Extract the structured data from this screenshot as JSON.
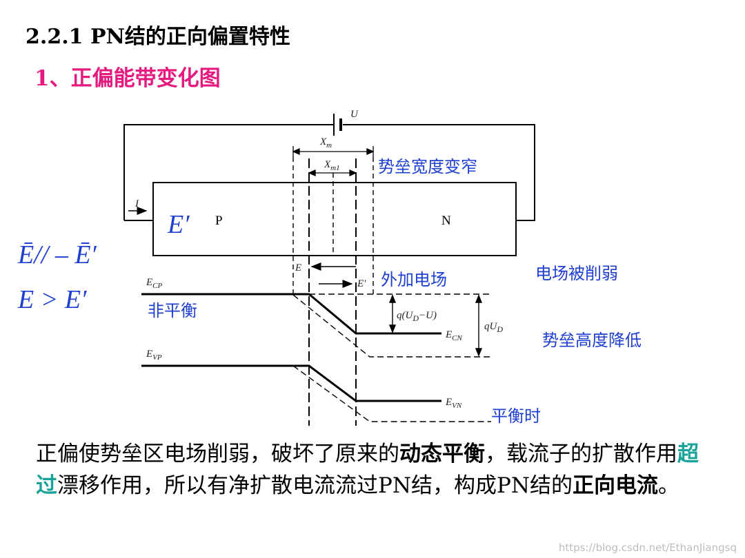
{
  "header": {
    "title": "2.2.1  PN结的正向偏置特性",
    "subtitle": "1、正偏能带变化图"
  },
  "diagram": {
    "battery_label": "U",
    "current_label": "I",
    "xm_label": "X",
    "xm_sub": "m",
    "xm1_label": "X",
    "xm1_sub": "m1",
    "width_note": "势垒宽度变窄",
    "e_prime": "E′",
    "p_label": "P",
    "n_label": "N",
    "relation1": "Ē// – Ē′",
    "relation2": "E > E′",
    "e_arrow_label": "E",
    "eprime_arrow_label": "E′",
    "ext_field_note": "外加电场",
    "field_weak_note": "电场被削弱",
    "ecp_label": "E",
    "ecp_sub": "CP",
    "nonequil_note": "非平衡",
    "q_ud_minus_u": "q(U",
    "q_ud_minus_u_sub": "D",
    "q_ud_minus_u_tail": "−U)",
    "q_ud": "qU",
    "q_ud_sub": "D",
    "ecn_label": "E",
    "ecn_sub": "CN",
    "barrier_lower_note": "势垒高度降低",
    "evp_label": "E",
    "evp_sub": "VP",
    "evn_label": "E",
    "evn_sub": "VN",
    "equil_note": "平衡时"
  },
  "paragraph": {
    "p1": "正偏使势垒区电场削弱，破坏了原来的",
    "b1": "动态平衡",
    "p2": "，载流子的扩散作用",
    "hl": "超过",
    "p3": "漂移作用，所以有净扩散电流流过PN结，构成PN结的",
    "b2": "正向电流",
    "p4": "。"
  },
  "watermark": "https://blog.csdn.net/EthanJiangsq",
  "colors": {
    "subtitle": "#e5197e",
    "annotation": "#1f3fd1",
    "highlight": "#1aa39a"
  }
}
